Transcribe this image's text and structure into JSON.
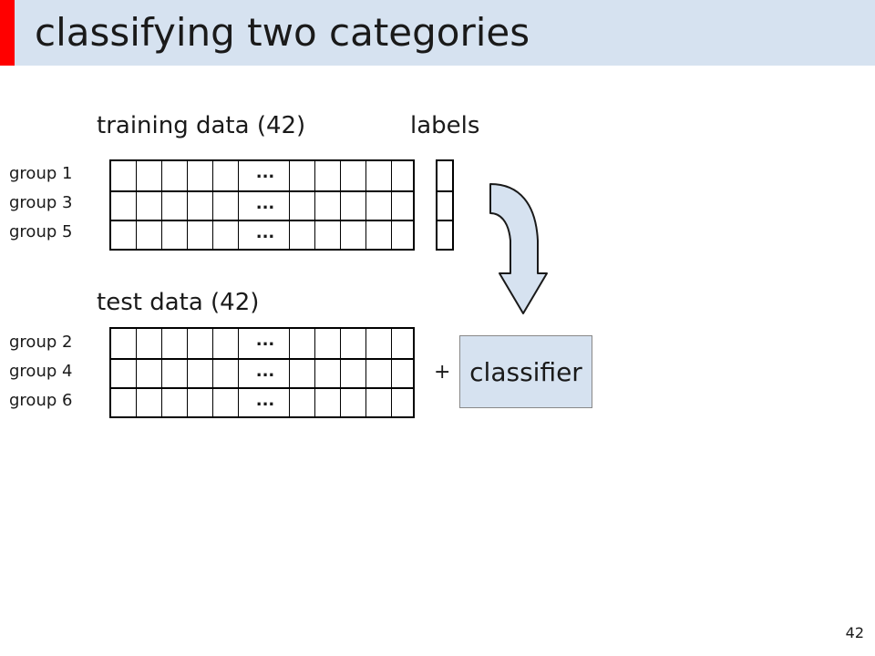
{
  "slide": {
    "title": "classifying two categories",
    "page_number": "42",
    "accent_color": "#ff0000",
    "header_color": "#d6e2f0"
  },
  "training": {
    "heading": "training data (42)",
    "rows": [
      {
        "label": "group 1",
        "ellipsis": "..."
      },
      {
        "label": "group 3",
        "ellipsis": "..."
      },
      {
        "label": "group 5",
        "ellipsis": "..."
      }
    ]
  },
  "labels": {
    "heading": "labels"
  },
  "test": {
    "heading": "test data (42)",
    "rows": [
      {
        "label": "group 2",
        "ellipsis": "..."
      },
      {
        "label": "group 4",
        "ellipsis": "..."
      },
      {
        "label": "group 6",
        "ellipsis": "..."
      }
    ]
  },
  "classifier": {
    "plus": "+",
    "label": "classifier"
  }
}
